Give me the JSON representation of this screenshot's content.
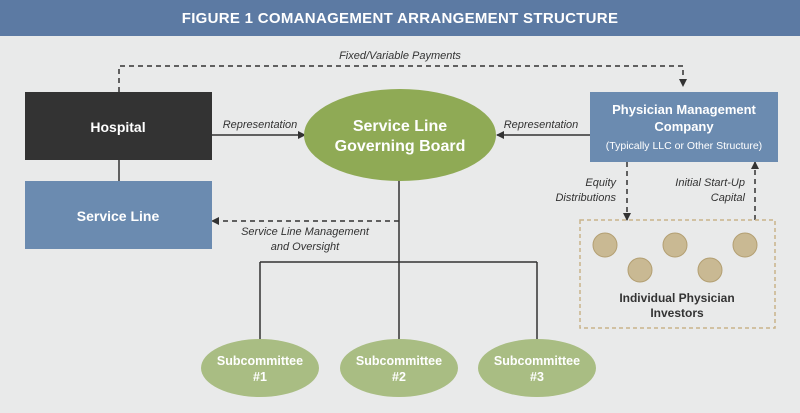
{
  "title": "FIGURE 1  COMANAGEMENT ARRANGEMENT STRUCTURE",
  "colors": {
    "banner": "#5c7aa3",
    "background": "#e9eaea",
    "hospital": "#333333",
    "service_line": "#6b8bb0",
    "physician_company": "#6b8bb0",
    "board": "#8faa55",
    "subcommittee": "#a9bd83",
    "investor": "#c9b993",
    "investor_border": "#c9b38a"
  },
  "nodes": {
    "hospital": "Hospital",
    "service_line": "Service Line",
    "board_line1": "Service Line",
    "board_line2": "Governing Board",
    "pmc_line1": "Physician Management",
    "pmc_line2": "Company",
    "pmc_line3": "(Typically LLC or Other Structure)",
    "investors_line1": "Individual Physician",
    "investors_line2": "Investors",
    "sub1_line1": "Subcommittee",
    "sub1_line2": "#1",
    "sub2_line1": "Subcommittee",
    "sub2_line2": "#2",
    "sub3_line1": "Subcommittee",
    "sub3_line2": "#3"
  },
  "edges": {
    "payments": "Fixed/Variable Payments",
    "rep_left": "Representation",
    "rep_right": "Representation",
    "mgmt_line1": "Service Line Management",
    "mgmt_line2": "and Oversight",
    "equity_line1": "Equity",
    "equity_line2": "Distributions",
    "capital_line1": "Initial Start-Up",
    "capital_line2": "Capital"
  }
}
